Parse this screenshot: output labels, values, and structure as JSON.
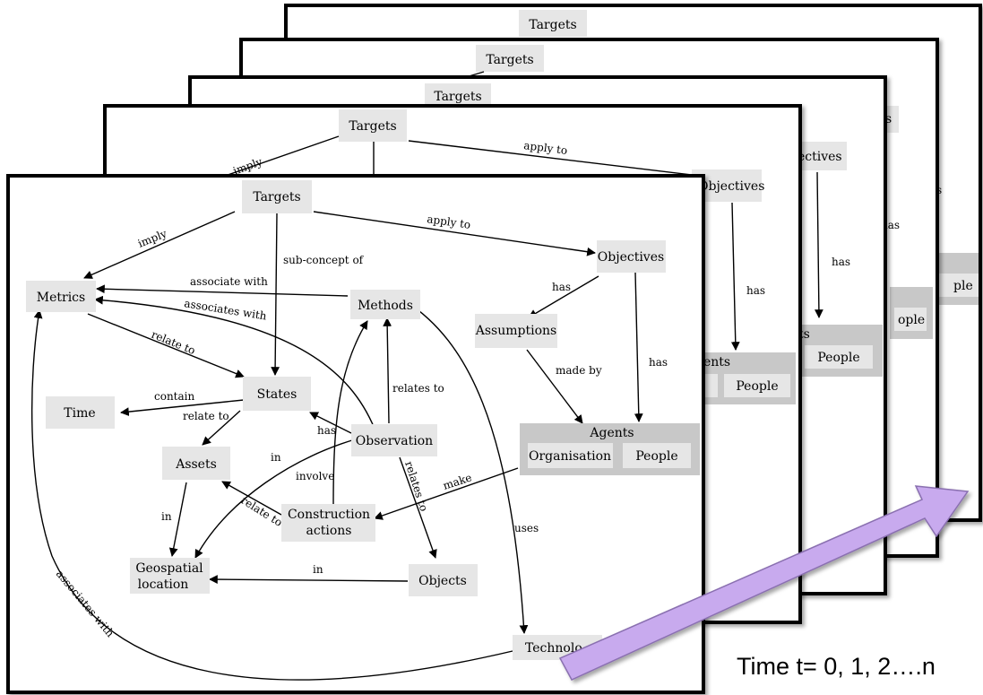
{
  "diagram": {
    "nodes": {
      "targets": "Targets",
      "objectives": "Objectives",
      "metrics": "Metrics",
      "methods": "Methods",
      "assumptions": "Assumptions",
      "states": "States",
      "time": "Time",
      "assets": "Assets",
      "observation": "Observation",
      "agents": "Agents",
      "organisation": "Organisation",
      "people": "People",
      "construction_actions_1": "Construction",
      "construction_actions_2": "actions",
      "geospatial_location_1": "Geospatial",
      "geospatial_location_2": "location",
      "objects": "Objects",
      "technologies": "Technolo"
    },
    "edges": {
      "imply": "imply",
      "apply_to": "apply to",
      "sub_concept_of": "sub-concept of",
      "associate_with": "associate with",
      "associates_with": "associates with",
      "has": "has",
      "relate_to": "relate to",
      "made_by": "made by",
      "contain": "contain",
      "relates_to": "relates to",
      "in": "in",
      "involve": "involve",
      "make": "make",
      "uses": "uses"
    },
    "back_layers": {
      "targets": "Targets",
      "objectives": "Objectives",
      "objectives_partial": "ectives",
      "people": "People",
      "people_partial": "ople",
      "people_partial_2": "ple",
      "agents_partial": "ents",
      "agents_partial_2": "ts",
      "has": "has",
      "imply": "imply",
      "apply_to": "apply to",
      "partial_s": "s"
    }
  },
  "caption": "Time t= 0, 1, 2….n",
  "colors": {
    "node_fill": "#e6e6e6",
    "group_fill": "#c8c8c8",
    "arrow_fill": "#c8aaee",
    "arrow_stroke": "#8a6fb0",
    "frame": "#000000"
  }
}
